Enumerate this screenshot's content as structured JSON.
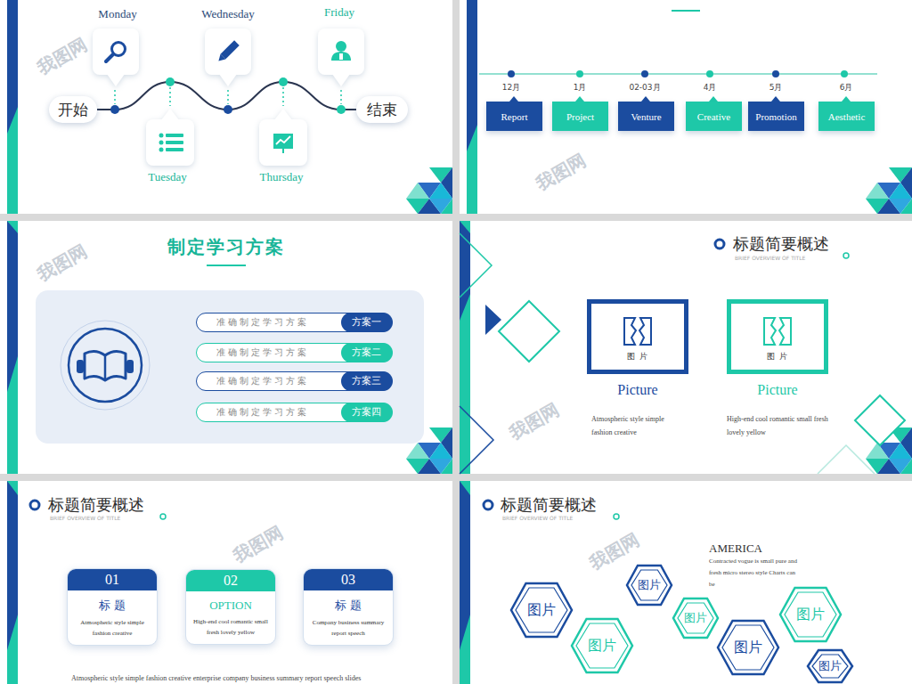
{
  "diagram": {
    "nodes": [
      {
        "text": [
          "开始"
        ]
      },
      {
        "text": [
          "结束"
        ]
      },
      {
        "text": [
          "Report"
        ]
      },
      {
        "text": [
          "Project"
        ]
      },
      {
        "text": [
          "Venture"
        ]
      },
      {
        "text": [
          "Creative"
        ]
      },
      {
        "text": [
          "Promotion"
        ]
      },
      {
        "text": [
          "Aesthetic"
        ]
      },
      {
        "text": [
          "准确制定学习方案",
          "方案一"
        ]
      },
      {
        "text": [
          "准确制定学习方案",
          "方案二"
        ]
      },
      {
        "text": [
          "准确制定学习方案",
          "方案三"
        ]
      },
      {
        "text": [
          "准确制定学习方案",
          "方案四"
        ]
      },
      {
        "text": [
          "图 片",
          "Picture"
        ]
      },
      {
        "text": [
          "图 片",
          "Picture"
        ]
      },
      {
        "text": [
          "01",
          "标 题",
          "Atmospheric style simple fashion creative"
        ]
      },
      {
        "text": [
          "02",
          "OPTION",
          "High-end cool romantic small fresh lovely yellow"
        ]
      },
      {
        "text": [
          "03",
          "标 题",
          "Company business summary report speech"
        ]
      },
      {
        "text": [
          "图片"
        ]
      },
      {
        "text": [
          "图片"
        ]
      },
      {
        "text": [
          "图片"
        ]
      },
      {
        "text": [
          "图片"
        ]
      },
      {
        "text": [
          "图片"
        ]
      },
      {
        "text": [
          "图片"
        ]
      },
      {
        "text": [
          "图片"
        ]
      }
    ],
    "edges": [
      {
        "from": 0,
        "to": 1,
        "arrow": "none"
      }
    ],
    "labels": [
      "Monday",
      "Tuesday",
      "Wednesday",
      "Thursday",
      "Friday",
      "12月",
      "1月",
      "02-03月",
      "4月",
      "5月",
      "6月",
      "制定学习方案",
      "标题简要概述",
      "BRIEF OVERVIEW OF TITLE",
      "Atmospheric style simple fashion creative",
      "High-end cool romantic small fresh lovely yellow",
      "标题简要概述",
      "BRIEF OVERVIEW OF TITLE",
      "Atmospheric style simple fashion creative enterprise company business summary report speech slides",
      "标题简要概述",
      "BRIEF OVERVIEW OF TITLE",
      "AMERICA",
      "Contracted vogue is small pure and fresh micro stereo style Charts can be",
      "我图网",
      "我图网",
      "我图网",
      "我图网",
      "我图网",
      "我图网"
    ]
  }
}
